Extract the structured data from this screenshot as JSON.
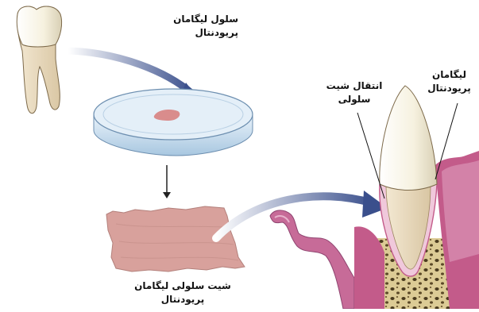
{
  "labels": {
    "pdl_cell": {
      "line1": "سلول لیگامان",
      "line2": "پریودنتال"
    },
    "cell_sheet": {
      "line1": "شیت سلولی لیگامان",
      "line2": "پریودنتال"
    },
    "sheet_transfer": {
      "line1": "انتقال شیت",
      "line2": "سلولی"
    },
    "pdl": {
      "line1": "لیگامان",
      "line2": "پریودنتال"
    }
  },
  "colors": {
    "arrow": "#3a4f8c",
    "tooth_crown": "#f6f1df",
    "tooth_root": "#ecdcbf",
    "gum": "#c35b8a",
    "gum_light": "#e2a6c3",
    "cell_sheet": "#d9a3a0",
    "dish": "#cfe1f0",
    "bone": "#d7c58e"
  }
}
